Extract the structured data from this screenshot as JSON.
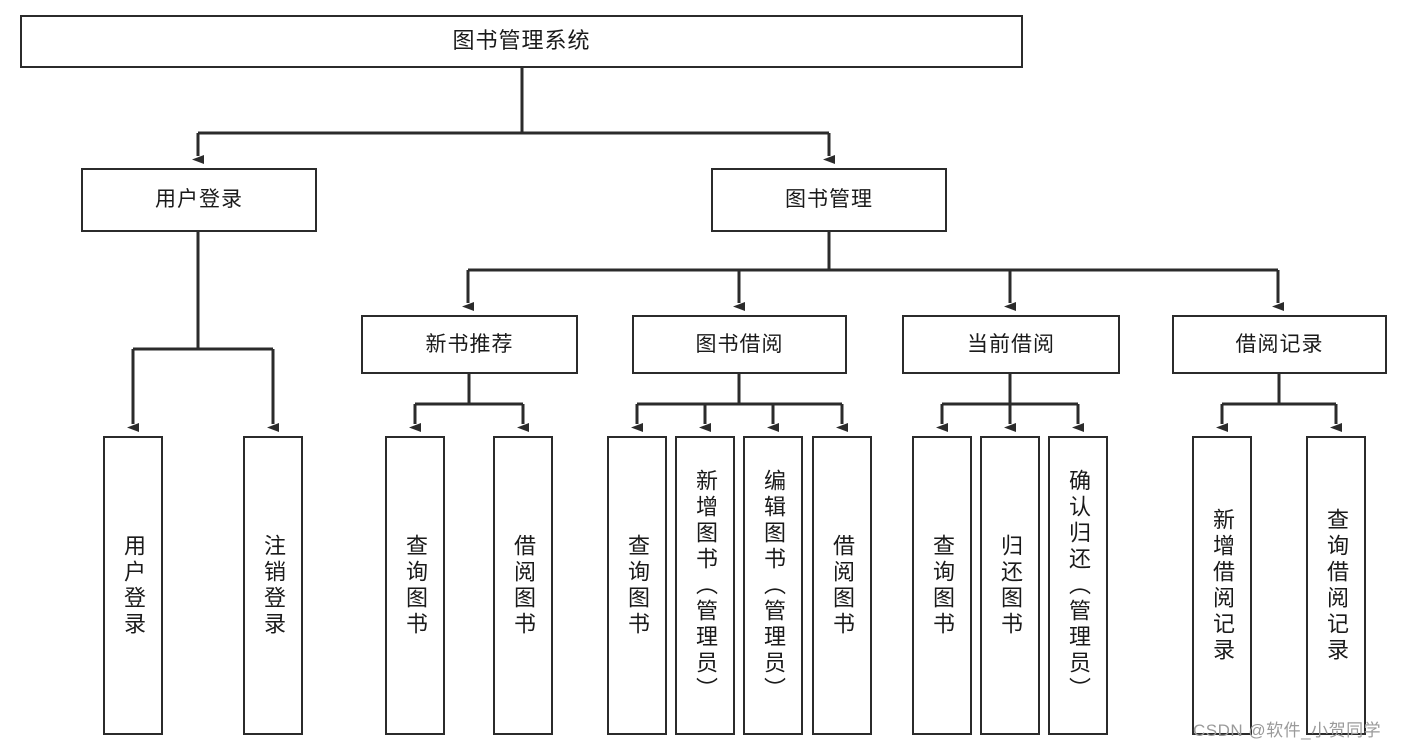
{
  "diagram": {
    "title": "图书管理系统",
    "type": "tree",
    "watermark": "CSDN @软件_小贺同学",
    "colors": {
      "box_border": "#2b2b2b",
      "box_fill": "#ffffff",
      "link": "#2b2b2b",
      "text": "#1a1a1a",
      "watermark": "#9a9a9a",
      "background": "#ffffff"
    },
    "nodes": {
      "root": {
        "label": "图书管理系统"
      },
      "level2": [
        {
          "id": "user-login",
          "label": "用户登录"
        },
        {
          "id": "book-management",
          "label": "图书管理"
        }
      ],
      "level3": [
        {
          "id": "new-book-recommend",
          "label": "新书推荐"
        },
        {
          "id": "book-borrow",
          "label": "图书借阅"
        },
        {
          "id": "current-borrow",
          "label": "当前借阅"
        },
        {
          "id": "borrow-record",
          "label": "借阅记录"
        }
      ],
      "leaves": {
        "user_login": [
          {
            "id": "leaf-user-login",
            "label": "用户登录"
          },
          {
            "id": "leaf-logout-login",
            "label": "注销登录"
          }
        ],
        "new_book_recommend": [
          {
            "id": "leaf-query-book-1",
            "label": "查询图书"
          },
          {
            "id": "leaf-borrow-book-1",
            "label": "借阅图书"
          }
        ],
        "book_borrow": [
          {
            "id": "leaf-query-book-2",
            "label": "查询图书"
          },
          {
            "id": "leaf-add-book",
            "label": "新增图书（管理员）"
          },
          {
            "id": "leaf-edit-book",
            "label": "编辑图书（管理员）"
          },
          {
            "id": "leaf-borrow-book-2",
            "label": "借阅图书"
          }
        ],
        "current_borrow": [
          {
            "id": "leaf-query-book-3",
            "label": "查询图书"
          },
          {
            "id": "leaf-return-book",
            "label": "归还图书"
          },
          {
            "id": "leaf-confirm-return",
            "label": "确认归还（管理员）"
          }
        ],
        "borrow_record": [
          {
            "id": "leaf-add-record",
            "label": "新增借阅记录"
          },
          {
            "id": "leaf-query-record",
            "label": "查询借阅记录"
          }
        ]
      }
    }
  }
}
